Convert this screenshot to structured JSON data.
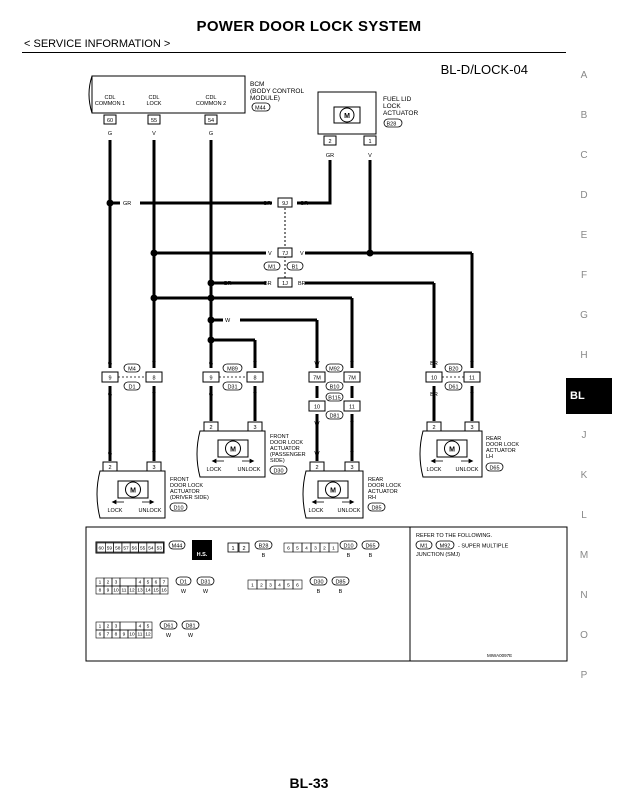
{
  "header": {
    "title": "POWER DOOR LOCK SYSTEM",
    "section": "< SERVICE INFORMATION >"
  },
  "diagram": {
    "code": "BL-D/LOCK-04"
  },
  "footer": {
    "page_number": "BL-33"
  },
  "tabs": [
    "A",
    "B",
    "C",
    "D",
    "E",
    "F",
    "G",
    "H",
    "BL",
    "J",
    "K",
    "L",
    "M",
    "N",
    "O",
    "P"
  ],
  "active_tab": "BL",
  "bcm": {
    "title": [
      "BCM",
      "(BODY CONTROL",
      "MODULE)"
    ],
    "connector": "M44",
    "terminals": [
      {
        "name1": "CDL",
        "name2": "COMMON 1",
        "pin": "60",
        "color": "G"
      },
      {
        "name1": "CDL",
        "name2": "LOCK",
        "pin": "55",
        "color": "V"
      },
      {
        "name1": "CDL",
        "name2": "COMMON 2",
        "pin": "54",
        "color": "G"
      }
    ]
  },
  "fuel_lid": {
    "title": [
      "FUEL LID",
      "LOCK",
      "ACTUATOR"
    ],
    "connector": "B28",
    "pins": [
      "2",
      "1"
    ],
    "colors": [
      "GR",
      "V"
    ],
    "symbol": "M"
  },
  "wires": {
    "gr": "GR",
    "v": "V",
    "br": "BR",
    "w": "W",
    "g": "G",
    "gr_joint": "9J",
    "v_joint": "7J",
    "br_joint": "1J",
    "mid_connectors": [
      "M1",
      "B1"
    ]
  },
  "conn_groups": [
    {
      "top": "M4",
      "bottom": "D1",
      "pins": [
        "9",
        "8"
      ],
      "colors": [
        "G",
        "V"
      ]
    },
    {
      "top": "M89",
      "bottom": "D31",
      "pins": [
        "9",
        "8"
      ],
      "colors": [
        "G",
        "V"
      ]
    },
    {
      "top": "M92",
      "bottom": "B10",
      "pins": [
        "7M",
        "7M"
      ],
      "colors": [
        "W",
        "V"
      ]
    },
    {
      "top": "B20",
      "bottom": "D61",
      "pins": [
        "10",
        "11"
      ],
      "colors": [
        "BR",
        "V"
      ]
    },
    {
      "top": "B115",
      "bottom": "D81",
      "pins": [
        "10",
        "11"
      ],
      "colors": [
        "W",
        "V"
      ]
    }
  ],
  "actuators": [
    {
      "title": [
        "FRONT",
        "DOOR LOCK",
        "ACTUATOR",
        "(DRIVER SIDE)"
      ],
      "connector": "D10",
      "pins": [
        "2",
        "3"
      ],
      "lock": "LOCK",
      "unlock": "UNLOCK"
    },
    {
      "title": [
        "FRONT",
        "DOOR LOCK",
        "ACTUATOR",
        "(PASSENGER",
        "SIDE)"
      ],
      "connector": "D30",
      "pins": [
        "2",
        "3"
      ],
      "lock": "LOCK",
      "unlock": "UNLOCK"
    },
    {
      "title": [
        "REAR",
        "DOOR LOCK",
        "ACTUATOR",
        "RH"
      ],
      "connector": "D85",
      "pins": [
        "2",
        "3"
      ],
      "lock": "LOCK",
      "unlock": "UNLOCK"
    },
    {
      "title": [
        "REAR",
        "DOOR LOCK",
        "ACTUATOR",
        "LH"
      ],
      "connector": "D65",
      "pins": [
        "2",
        "3"
      ],
      "lock": "LOCK",
      "unlock": "UNLOCK"
    }
  ],
  "legend": {
    "m44_pins": [
      "60",
      "59",
      "58",
      "57",
      "56",
      "55",
      "54",
      "53"
    ],
    "m44_ref": "M44",
    "hs_label": "H.S.",
    "b28_pins": [
      "1",
      "2"
    ],
    "b28_ref": "B28",
    "b28_color": "B",
    "d10_pins": [
      "6",
      "5",
      "4",
      "3",
      "2",
      "1"
    ],
    "d10_refs": [
      "D10",
      "D65"
    ],
    "d10_colors": [
      "B",
      "B"
    ],
    "d1_top": [
      "1",
      "2",
      "3",
      "4",
      "5",
      "6",
      "7"
    ],
    "d1_bottom": [
      "8",
      "9",
      "10",
      "11",
      "12",
      "13",
      "14",
      "15",
      "16"
    ],
    "d1_refs": [
      "D1",
      "D31"
    ],
    "d1_colors": [
      "W",
      "W"
    ],
    "d30_pins": [
      "1",
      "2",
      "3",
      "4",
      "5",
      "6"
    ],
    "d30_refs": [
      "D30",
      "D85"
    ],
    "d30_colors": [
      "B",
      "B"
    ],
    "d61_top": [
      "1",
      "2",
      "3",
      "4",
      "5"
    ],
    "d61_bottom": [
      "6",
      "7",
      "8",
      "9",
      "10",
      "11",
      "12"
    ],
    "d61_refs": [
      "D61",
      "D81"
    ],
    "d61_colors": [
      "W",
      "W"
    ],
    "refer_text": "REFER TO THE FOLLOWING.",
    "refer_refs": [
      "M1",
      "M92"
    ],
    "refer_suffix": "- SUPER MULTIPLE",
    "refer_line2": "JUNCTION (SMJ)",
    "figure_code": "MIWA0097E"
  }
}
